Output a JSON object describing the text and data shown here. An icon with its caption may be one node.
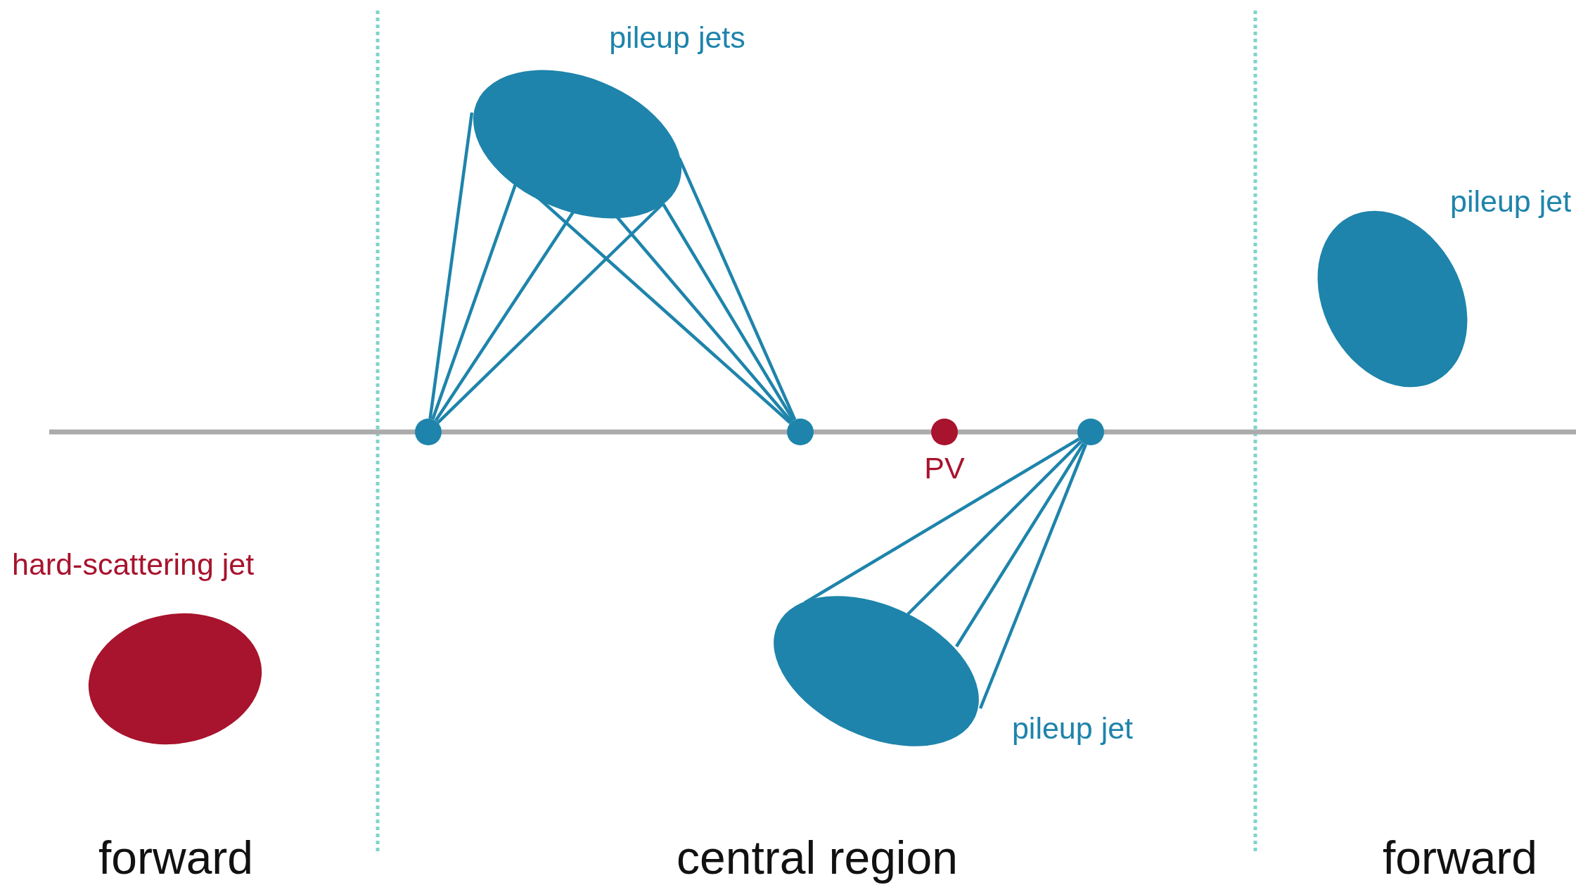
{
  "diagram": {
    "nodes": [
      {
        "text": [],
        "shape": "ellipse",
        "beside": [
          "pileup jets"
        ]
      },
      {
        "text": [],
        "shape": "circle"
      },
      {
        "text": [],
        "shape": "circle"
      },
      {
        "text": [],
        "shape": "circle",
        "beside": [
          "PV"
        ]
      },
      {
        "text": [],
        "shape": "circle"
      },
      {
        "text": [],
        "shape": "ellipse",
        "beside": [
          "pileup jet"
        ]
      },
      {
        "text": [],
        "shape": "ellipse",
        "beside": [
          "pileup jet"
        ]
      },
      {
        "text": [],
        "shape": "ellipse",
        "beside": [
          "hard-scattering jet"
        ]
      }
    ],
    "edges": [
      {
        "from": 1,
        "to": 0,
        "arrow": "none"
      },
      {
        "from": 1,
        "to": 0,
        "arrow": "none"
      },
      {
        "from": 1,
        "to": 0,
        "arrow": "none"
      },
      {
        "from": 1,
        "to": 0,
        "arrow": "none"
      },
      {
        "from": 2,
        "to": 0,
        "arrow": "none"
      },
      {
        "from": 2,
        "to": 0,
        "arrow": "none"
      },
      {
        "from": 2,
        "to": 0,
        "arrow": "none"
      },
      {
        "from": 2,
        "to": 0,
        "arrow": "none"
      },
      {
        "from": 4,
        "to": 5,
        "arrow": "none"
      },
      {
        "from": 4,
        "to": 5,
        "arrow": "none"
      },
      {
        "from": 4,
        "to": 5,
        "arrow": "none"
      },
      {
        "from": 4,
        "to": 5,
        "arrow": "none"
      }
    ],
    "labels": [
      "forward",
      "central region",
      "forward"
    ]
  }
}
